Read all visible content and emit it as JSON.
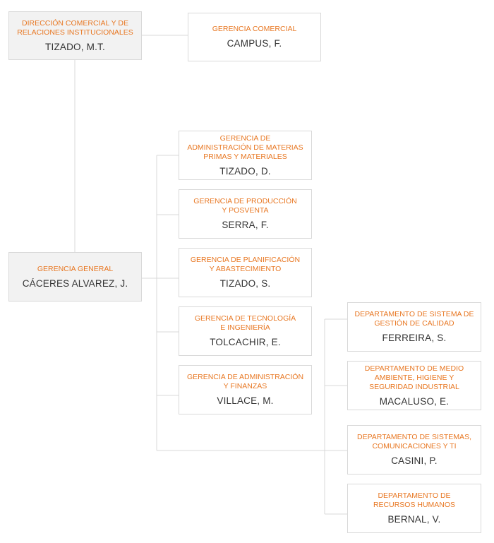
{
  "nodes": {
    "direccion_comercial": {
      "role": "DIRECCIÓN COMERCIAL Y DE\nRELACIONES INSTITUCIONALES",
      "name": "TIZADO, M.T."
    },
    "gerencia_comercial": {
      "role": "GERENCIA COMERCIAL",
      "name": "CAMPUS, F."
    },
    "gerencia_general": {
      "role": "GERENCIA GENERAL",
      "name": "CÁCERES ALVAREZ, J."
    },
    "gerencia_materias": {
      "role": "GERENCIA DE\nADMINISTRACIÓN DE MATERIAS\nPRIMAS Y MATERIALES",
      "name": "TIZADO, D."
    },
    "gerencia_produccion": {
      "role": "GERENCIA DE PRODUCCIÓN\nY POSVENTA",
      "name": "SERRA, F."
    },
    "gerencia_planificacion": {
      "role": "GERENCIA DE PLANIFICACIÓN\nY ABASTECIMIENTO",
      "name": "TIZADO, S."
    },
    "gerencia_tecnologia": {
      "role": "GERENCIA DE TECNOLOGÍA\nE INGENIERÍA",
      "name": "TOLCACHIR, E."
    },
    "gerencia_administracion": {
      "role": "GERENCIA DE ADMINISTRACIÓN\nY FINANZAS",
      "name": "VILLACE, M."
    },
    "depto_calidad": {
      "role": "DEPARTAMENTO DE SISTEMA DE\nGESTIÓN DE CALIDAD",
      "name": "FERREIRA, S."
    },
    "depto_medio_ambiente": {
      "role": "DEPARTAMENTO DE MEDIO\nAMBIENTE, HIGIENE Y\nSEGURIDAD INDUSTRIAL",
      "name": "MACALUSO, E."
    },
    "depto_sistemas": {
      "role": "DEPARTAMENTO DE  SISTEMAS,\nCOMUNICACIONES Y TI",
      "name": "CASINI, P."
    },
    "depto_rrhh": {
      "role": "DEPARTAMENTO DE\nRECURSOS HUMANOS",
      "name": "BERNAL, V."
    }
  },
  "colors": {
    "role_text": "#e87722",
    "name_text": "#333333",
    "border": "#d9d9d9",
    "connector": "#d9d9d9",
    "top_box_fill": "#f2f2f2"
  }
}
